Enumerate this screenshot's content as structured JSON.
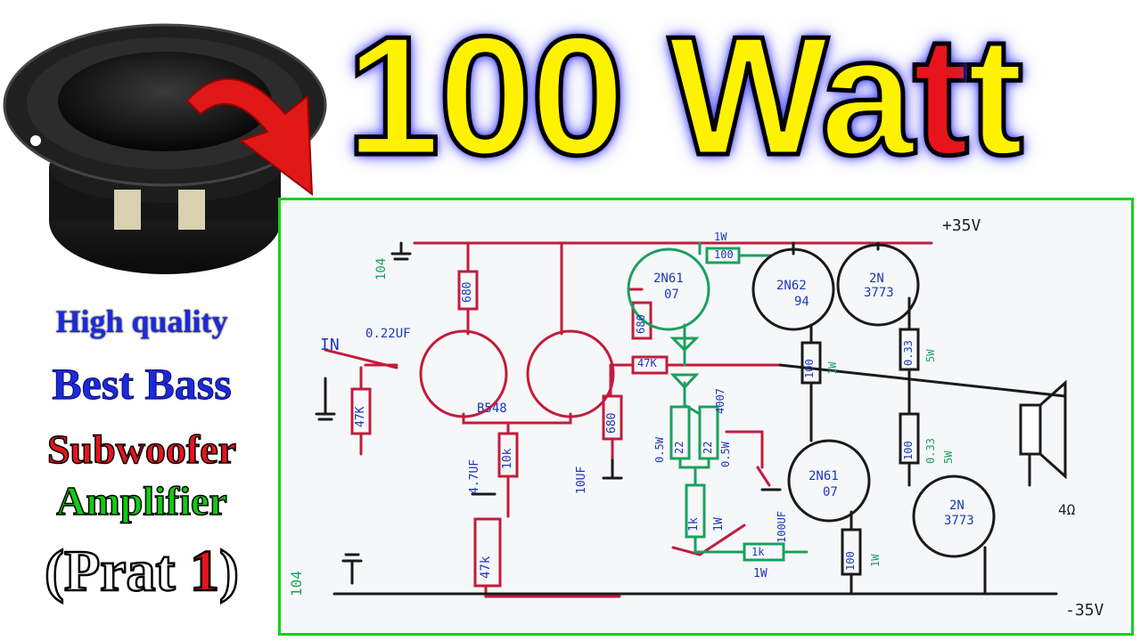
{
  "title": {
    "main": "100 Wa",
    "accent": "t",
    "tail": "t"
  },
  "side": {
    "line1": "High quality",
    "line2": "Best Bass",
    "line3": "Subwoofer",
    "line4": "Amplifier",
    "line5_open": "(Prat ",
    "line5_num": "1",
    "line5_close": ")"
  },
  "schematic": {
    "v_pos": "+35V",
    "v_neg": "-35V",
    "in": "IN",
    "c_in": "0.22UF",
    "c104a": "104",
    "c104b": "104",
    "r680": "680",
    "r47k_in": "47K",
    "q_b548": "B548",
    "c47uf": "4.7UF",
    "r10k": "10k",
    "r47k_bot": "47k",
    "c10uf": "10UF",
    "r680b": "680",
    "c680": "680",
    "q2n61_top": "2N61",
    "q2n61_top_b": "07",
    "r100_1w_top_val": "100",
    "r100_1w_top_w": "1W",
    "r47k_mid": "47K",
    "d4007": "4007",
    "r22a": "22",
    "r22b": "22",
    "w05a": "0.5W",
    "w05b": "0.5W",
    "r1k_v": "1k",
    "r1k_v_w": "1W",
    "r1k_h": "1k",
    "r1k_h_w": "1W",
    "c100uf": "100UF",
    "q2n62": "2N62",
    "q2n62_b": "94",
    "q3773a": "2N",
    "q3773a_b": "3773",
    "r100_v": "100",
    "r100_v_w": "1W",
    "r033a": "0.33",
    "r033a_w": "5W",
    "r033b": "0.33",
    "r033b_w": "5W",
    "r100_v2": "100",
    "q2n61_bot": "2N61",
    "q2n61_bot_b": "07",
    "r100_v3": "100",
    "r100_v3_w": "1W",
    "q3773b": "2N",
    "q3773b_b": "3773",
    "ohm": "4Ω"
  }
}
